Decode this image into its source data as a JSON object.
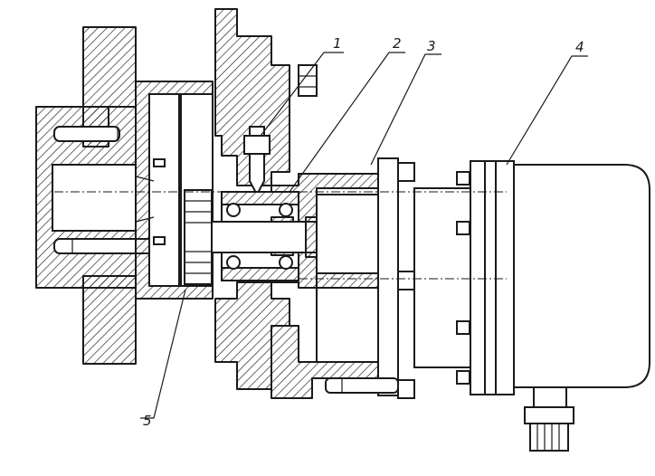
{
  "callouts": [
    {
      "id": "1",
      "text": "1"
    },
    {
      "id": "2",
      "text": "2"
    },
    {
      "id": "3",
      "text": "3"
    },
    {
      "id": "4",
      "text": "4"
    },
    {
      "id": "5",
      "text": "5"
    }
  ],
  "colors": {
    "ink": "#1a1a1a",
    "paper": "#ffffff"
  }
}
